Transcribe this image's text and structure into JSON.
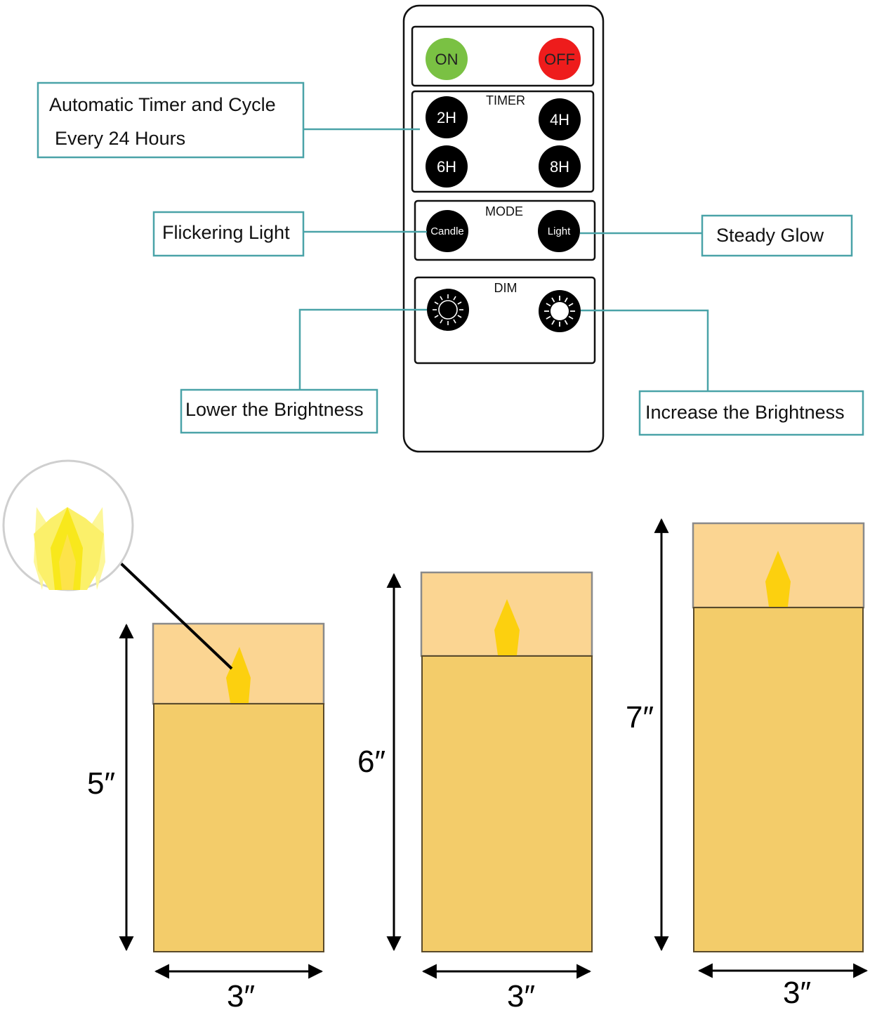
{
  "remote": {
    "power": {
      "on_label": "ON",
      "off_label": "OFF",
      "on_color": "#7ac143",
      "off_color": "#ee1c1c"
    },
    "timer": {
      "title": "TIMER",
      "buttons": [
        "2H",
        "4H",
        "6H",
        "8H"
      ]
    },
    "mode": {
      "title": "MODE",
      "candle_label": "Candle",
      "light_label": "Light"
    },
    "dim": {
      "title": "DIM",
      "lower_icon": "dim-down-sun-icon",
      "raise_icon": "dim-up-sun-icon"
    }
  },
  "callouts": {
    "timer_line1": "Automatic Timer and Cycle",
    "timer_line2": "Every 24 Hours",
    "flicker": "Flickering Light",
    "steady": "Steady Glow",
    "lower": "Lower the Brightness",
    "increase": "Increase the Brightness"
  },
  "candles": [
    {
      "height_label": "5″",
      "width_label": "3″"
    },
    {
      "height_label": "6″",
      "width_label": "3″"
    },
    {
      "height_label": "7″",
      "width_label": "3″"
    }
  ],
  "colors": {
    "callout_border": "#4aa3a8",
    "candle_body": "#f3cc6a",
    "candle_glow": "#fbd592",
    "flame": "#fcd00f",
    "button": "#000000"
  }
}
